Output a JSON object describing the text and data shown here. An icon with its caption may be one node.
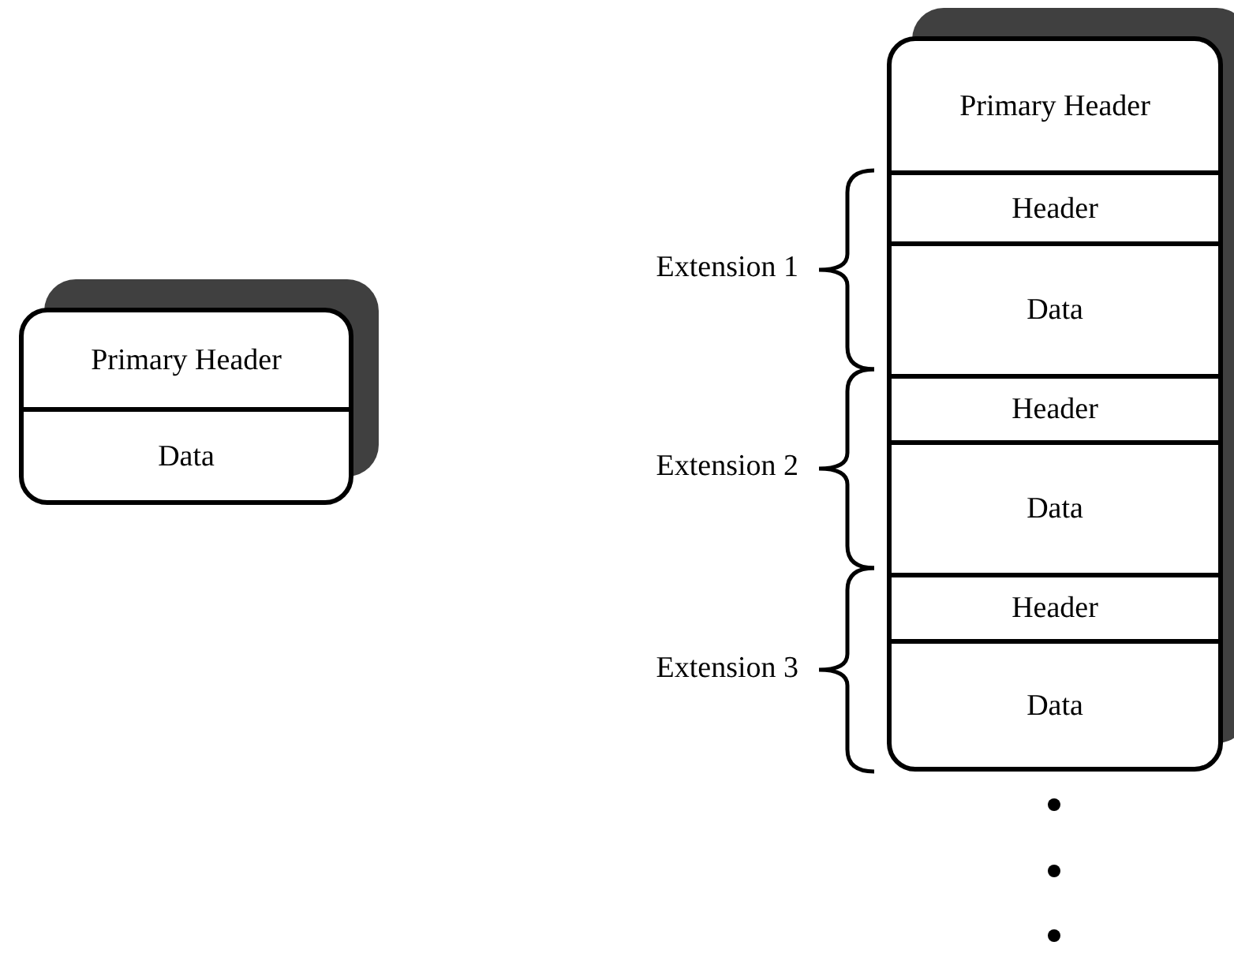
{
  "diagram": {
    "nodes": [
      {
        "text": [],
        "shape": "box"
      },
      {
        "text": [
          "Primary Header"
        ],
        "in": 0
      },
      {
        "text": [
          "Data"
        ],
        "in": 0
      },
      {
        "text": [],
        "shape": "box"
      },
      {
        "text": [
          "Primary Header"
        ],
        "in": 3
      },
      {
        "text": [
          "Header"
        ],
        "in": 3
      },
      {
        "text": [
          "Data"
        ],
        "in": 3
      },
      {
        "text": [
          "Header"
        ],
        "in": 3
      },
      {
        "text": [
          "Data"
        ],
        "in": 3
      },
      {
        "text": [
          "Header"
        ],
        "in": 3
      },
      {
        "text": [
          "Data"
        ],
        "in": 3
      }
    ],
    "edges": [],
    "labels": [
      "Extension 1",
      "Extension 2",
      "Extension 3"
    ]
  }
}
